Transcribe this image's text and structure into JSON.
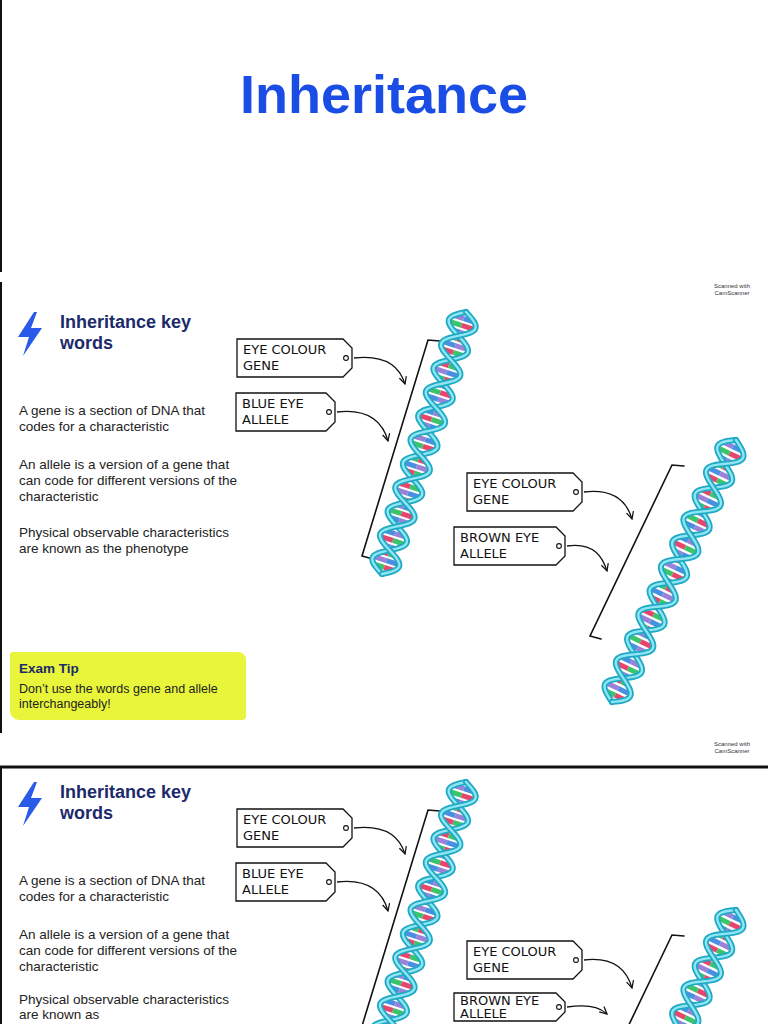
{
  "diagram": {
    "title": "Inheritance",
    "nodes": [
      {
        "text": [
          "EYE COLOUR GENE"
        ]
      },
      {
        "text": [
          "BLUE EYE ALLELE"
        ]
      },
      {
        "text": [
          "EYE COLOUR GENE"
        ]
      },
      {
        "text": [
          "BROWN EYE ALLELE"
        ]
      },
      {
        "text": [
          "Exam Tip",
          "Don’t use the words gene and allele interchangeably!"
        ]
      },
      {
        "text": [
          "EYE COLOUR GENE"
        ]
      },
      {
        "text": [
          "BLUE EYE ALLELE"
        ]
      },
      {
        "text": [
          "EYE COLOUR GENE"
        ]
      },
      {
        "text": [
          "BROWN EYE ALLELE"
        ]
      }
    ],
    "labels": [
      "Scanned with CamScanner",
      "Inheritance key words",
      "A gene is a section of DNA that codes for a characteristic",
      "An allele is a version of a gene that can code for different versions of the characteristic",
      "Physical observable characteristics are known as the phenotype",
      "Scanned with CamScanner",
      "Inheritance key words",
      "A gene is a section of DNA that codes for a characteristic",
      "An allele is a version of a gene that can code for different versions of the characteristic",
      "Physical observable characteristics are known as"
    ]
  }
}
